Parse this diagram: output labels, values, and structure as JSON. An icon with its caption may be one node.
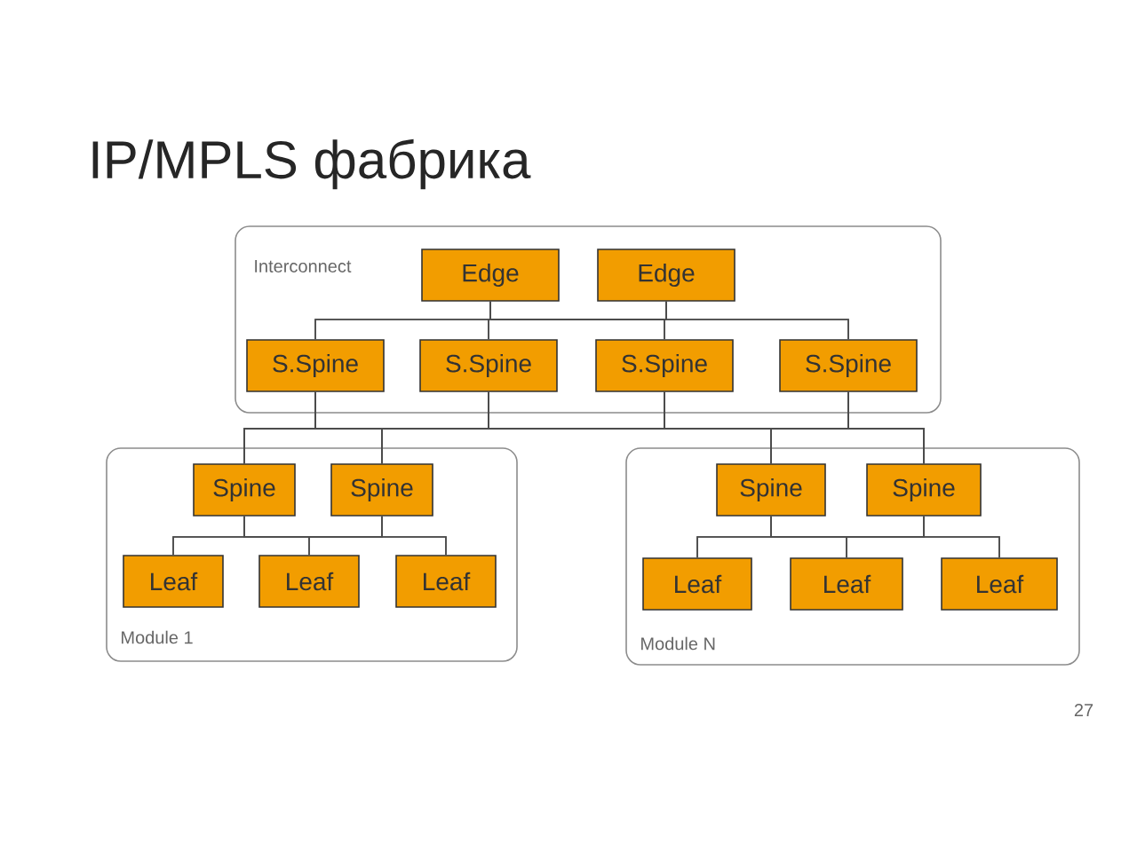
{
  "diagram": {
    "title": "IP/MPLS фабрика",
    "nodes": [
      {
        "text": [
          "Interconnect"
        ]
      },
      {
        "text": [
          "Edge"
        ],
        "in": 0
      },
      {
        "text": [
          "Edge"
        ],
        "in": 0
      },
      {
        "text": [
          "S.Spine"
        ],
        "in": 0
      },
      {
        "text": [
          "S.Spine"
        ],
        "in": 0
      },
      {
        "text": [
          "S.Spine"
        ],
        "in": 0
      },
      {
        "text": [
          "S.Spine"
        ],
        "in": 0
      },
      {
        "text": [
          "Module 1"
        ]
      },
      {
        "text": [
          "Spine"
        ],
        "in": 7
      },
      {
        "text": [
          "Spine"
        ],
        "in": 7
      },
      {
        "text": [
          "Leaf"
        ],
        "in": 7
      },
      {
        "text": [
          "Leaf"
        ],
        "in": 7
      },
      {
        "text": [
          "Leaf"
        ],
        "in": 7
      },
      {
        "text": [
          "Module N"
        ]
      },
      {
        "text": [
          "Spine"
        ],
        "in": 13
      },
      {
        "text": [
          "Spine"
        ],
        "in": 13
      },
      {
        "text": [
          "Leaf"
        ],
        "in": 13
      },
      {
        "text": [
          "Leaf"
        ],
        "in": 13
      },
      {
        "text": [
          "Leaf"
        ],
        "in": 13
      }
    ],
    "edges": [
      {
        "from": 1,
        "to": 3,
        "arrow": "none"
      },
      {
        "from": 1,
        "to": 4,
        "arrow": "none"
      },
      {
        "from": 1,
        "to": 5,
        "arrow": "none"
      },
      {
        "from": 1,
        "to": 6,
        "arrow": "none"
      },
      {
        "from": 2,
        "to": 3,
        "arrow": "none"
      },
      {
        "from": 2,
        "to": 4,
        "arrow": "none"
      },
      {
        "from": 2,
        "to": 5,
        "arrow": "none"
      },
      {
        "from": 2,
        "to": 6,
        "arrow": "none"
      },
      {
        "from": 3,
        "to": 8,
        "arrow": "none"
      },
      {
        "from": 3,
        "to": 9,
        "arrow": "none"
      },
      {
        "from": 3,
        "to": 14,
        "arrow": "none"
      },
      {
        "from": 3,
        "to": 15,
        "arrow": "none"
      },
      {
        "from": 4,
        "to": 8,
        "arrow": "none"
      },
      {
        "from": 4,
        "to": 9,
        "arrow": "none"
      },
      {
        "from": 4,
        "to": 14,
        "arrow": "none"
      },
      {
        "from": 4,
        "to": 15,
        "arrow": "none"
      },
      {
        "from": 5,
        "to": 8,
        "arrow": "none"
      },
      {
        "from": 5,
        "to": 9,
        "arrow": "none"
      },
      {
        "from": 5,
        "to": 14,
        "arrow": "none"
      },
      {
        "from": 5,
        "to": 15,
        "arrow": "none"
      },
      {
        "from": 6,
        "to": 8,
        "arrow": "none"
      },
      {
        "from": 6,
        "to": 9,
        "arrow": "none"
      },
      {
        "from": 6,
        "to": 14,
        "arrow": "none"
      },
      {
        "from": 6,
        "to": 15,
        "arrow": "none"
      },
      {
        "from": 8,
        "to": 10,
        "arrow": "none"
      },
      {
        "from": 8,
        "to": 11,
        "arrow": "none"
      },
      {
        "from": 8,
        "to": 12,
        "arrow": "none"
      },
      {
        "from": 9,
        "to": 10,
        "arrow": "none"
      },
      {
        "from": 9,
        "to": 11,
        "arrow": "none"
      },
      {
        "from": 9,
        "to": 12,
        "arrow": "none"
      },
      {
        "from": 14,
        "to": 16,
        "arrow": "none"
      },
      {
        "from": 14,
        "to": 17,
        "arrow": "none"
      },
      {
        "from": 14,
        "to": 18,
        "arrow": "none"
      },
      {
        "from": 15,
        "to": 16,
        "arrow": "none"
      },
      {
        "from": 15,
        "to": 17,
        "arrow": "none"
      },
      {
        "from": 15,
        "to": 18,
        "arrow": "none"
      }
    ],
    "labels": [
      "27"
    ]
  }
}
